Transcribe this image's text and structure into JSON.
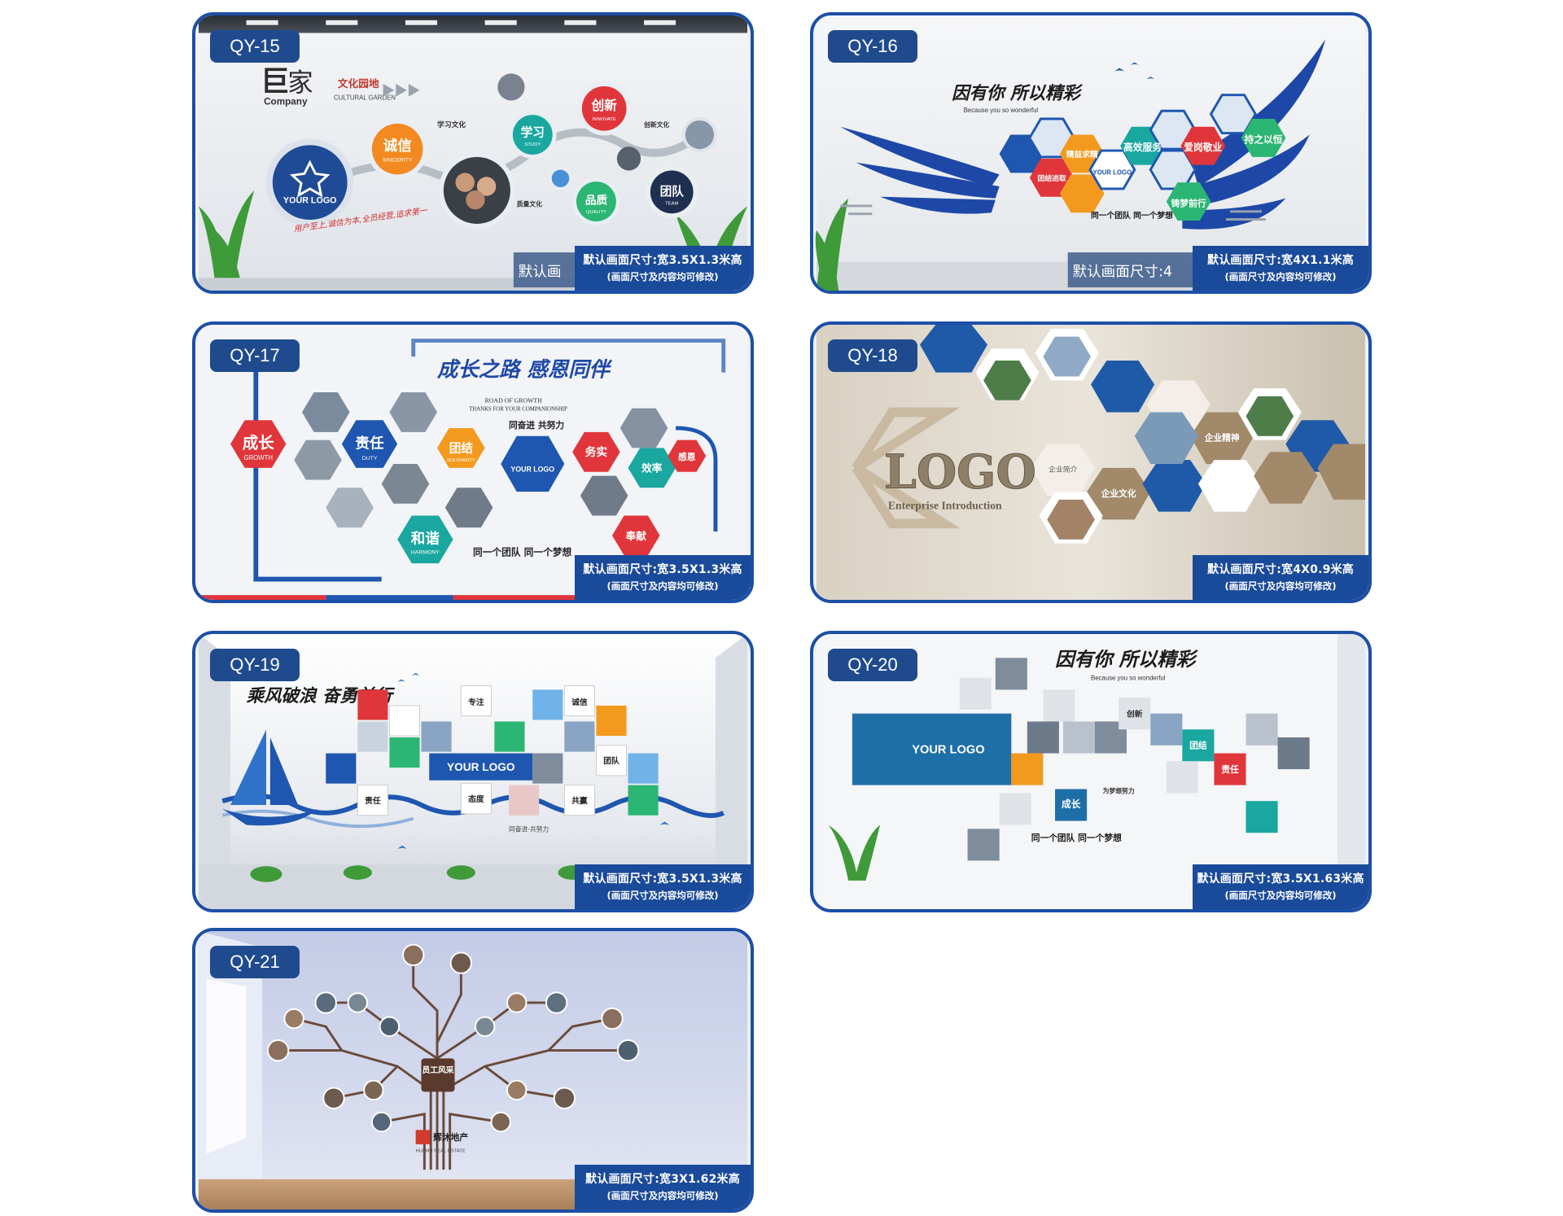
{
  "cards": [
    {
      "code": "QY-15",
      "spec_line1": "默认画面尺寸:宽3.5X1.3米高",
      "spec_line2": "(画面尺寸及内容均可修改)",
      "scene_text": {
        "brand_logo": "YOUR LOGO",
        "title_cn": "文化园地",
        "title_en": "CULTURAL GARDEN",
        "company": "Company",
        "slogan": "用户至上,诚信为本,全员经营,追求第一",
        "circles": [
          "诚信",
          "学习",
          "创新",
          "品质",
          "团队"
        ],
        "circle_en": [
          "SINCERITY",
          "STUDY",
          "INNOVATE",
          "QUALITY",
          "TEAM"
        ],
        "notes": [
          "学习文化",
          "质量文化",
          "创新文化"
        ],
        "overlay_fragment": "默认画"
      }
    },
    {
      "code": "QY-16",
      "spec_line1": "默认画面尺寸:宽4X1.1米高",
      "spec_line2": "(画面尺寸及内容均可修改)",
      "scene_text": {
        "headline": "因有你 所以精彩",
        "headline_en": "Because you so wonderful",
        "hex_labels": [
          "高效服务",
          "爱岗敬业",
          "持之以恒",
          "精益求精",
          "铸梦前行",
          "团结进取"
        ],
        "logo": "YOUR LOGO",
        "team_line": "同一个团队 同一个梦想",
        "overlay_fragment": "默认画面尺寸:4"
      }
    },
    {
      "code": "QY-17",
      "spec_line1": "默认画面尺寸:宽3.5X1.3米高",
      "spec_line2": "(画面尺寸及内容均可修改)",
      "scene_text": {
        "headline": "成长之路 感恩同伴",
        "headline_en1": "ROAD OF GROWTH",
        "headline_en2": "THANKS FOR YOUR COMPANIONSHIP",
        "sub": "同奋进 共努力",
        "hex_labels": [
          "成长",
          "责任",
          "团结",
          "务实",
          "效率",
          "感恩",
          "和谐",
          "奉献"
        ],
        "hex_en": [
          "GROWTH",
          "DUTY",
          "SOLIDARITY",
          "HARMONY"
        ],
        "logo": "YOUR LOGO",
        "team_line": "同一个团队 同一个梦想"
      }
    },
    {
      "code": "QY-18",
      "spec_line1": "默认画面尺寸:宽4X0.9米高",
      "spec_line2": "(画面尺寸及内容均可修改)",
      "scene_text": {
        "logo": "LOGO",
        "logo_sub": "Enterprise Introduction",
        "hex_labels": [
          "企业简介",
          "企业文化",
          "企业精神"
        ]
      }
    },
    {
      "code": "QY-19",
      "spec_line1": "默认画面尺寸:宽3.5X1.3米高",
      "spec_line2": "(画面尺寸及内容均可修改)",
      "scene_text": {
        "headline": "乘风破浪 奋勇前行",
        "logo": "YOUR LOGO",
        "tiles": [
          "专注",
          "诚信",
          "团队",
          "态度",
          "责任",
          "共赢"
        ],
        "sub": "同奋进·共努力"
      }
    },
    {
      "code": "QY-20",
      "spec_line1": "默认画面尺寸:宽3.5X1.63米高",
      "spec_line2": "(画面尺寸及内容均可修改)",
      "scene_text": {
        "headline": "因有你 所以精彩",
        "headline_en": "Because you so wonderful",
        "logo": "YOUR LOGO",
        "tiles": [
          "成长",
          "团结",
          "责任",
          "创新"
        ],
        "team_line": "同一个团队 同一个梦想",
        "sub": "为梦想努力"
      }
    },
    {
      "code": "QY-21",
      "spec_line1": "默认画面尺寸:宽3X1.62米高",
      "spec_line2": "(画面尺寸及内容均可修改)",
      "scene_text": {
        "trunk_label": "员工风采",
        "brand_cn": "辉沐地产",
        "brand_en": "HUI MU REAL ESTATE"
      }
    }
  ],
  "colors": {
    "frame": "#1c4fa6",
    "tag": "#1f4b8e",
    "spec_bg": "#1a4a9a",
    "accent_red": "#e0363b",
    "accent_orange": "#f39a1e",
    "accent_green": "#2bb673",
    "accent_teal": "#1aa7a0",
    "accent_blue": "#1e56b0"
  }
}
